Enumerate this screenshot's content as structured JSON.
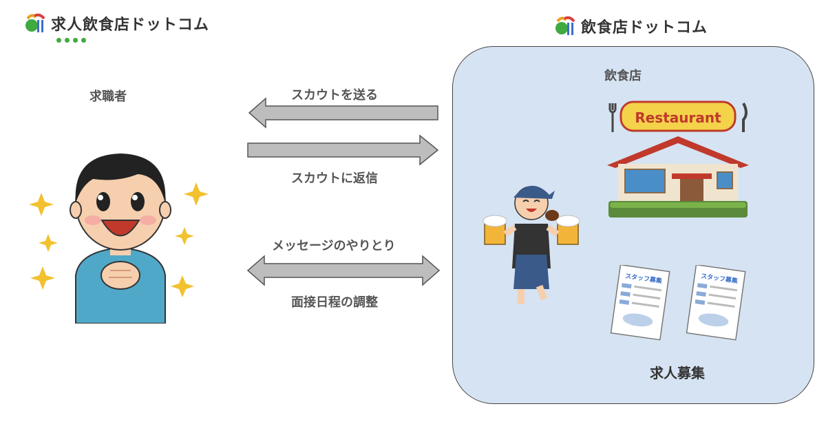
{
  "left_logo": {
    "text": "求人飲食店ドットコム"
  },
  "right_logo": {
    "text": "飲食店ドットコム"
  },
  "job_seeker": {
    "label": "求職者"
  },
  "restaurant_panel": {
    "label": "飲食店",
    "sign_text": "Restaurant",
    "recruit_label": "求人募集",
    "flyer_title": "スタッフ募集"
  },
  "arrows": {
    "scout_send": "スカウトを送る",
    "scout_reply": "スカウトに返信",
    "messages": "メッセージのやりとり",
    "interview": "面接日程の調整"
  },
  "colors": {
    "panel_bg": "#d6e3f2",
    "arrow_fill": "#bdbdbd",
    "brand_green": "#3faa3f"
  }
}
